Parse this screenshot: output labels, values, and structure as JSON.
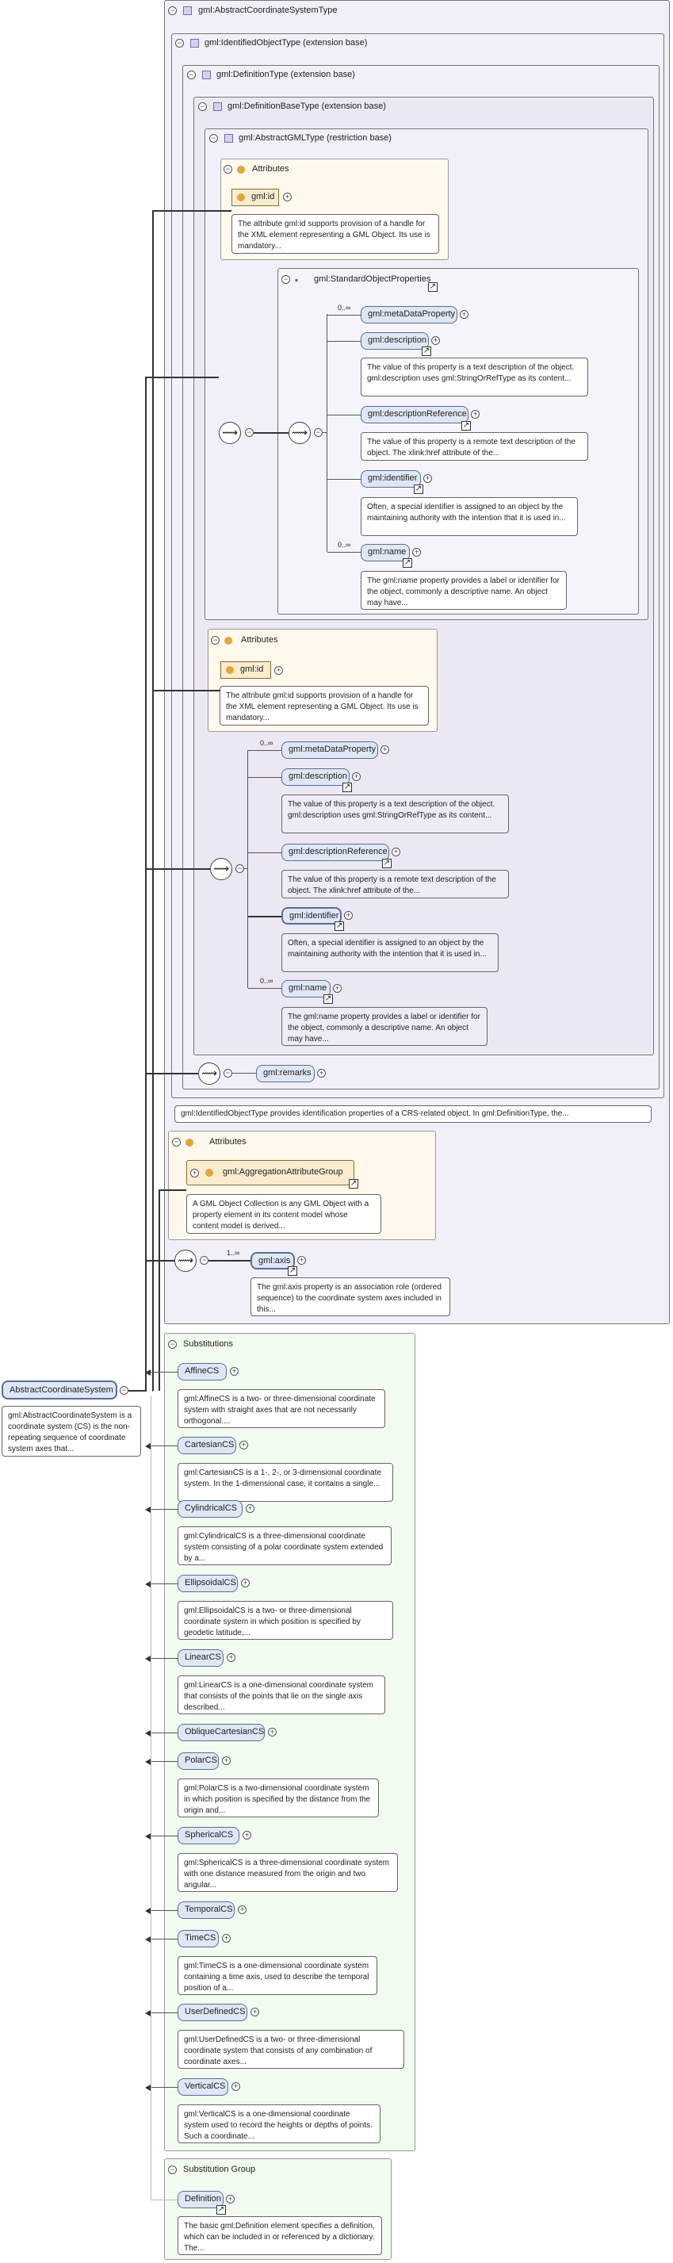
{
  "colors": {
    "purple_bg": "#f1eff7",
    "attr_bg": "#fff8ec",
    "element_bg": "#dfe6f4",
    "substitution_bg": "#f2fbef"
  },
  "root": {
    "name": "AbstractCoordinateSystem",
    "description": "gml:AbstractCoordinateSystem is a coordinate system (CS) is the non-repeating sequence of coordinate system axes that..."
  },
  "type_box": {
    "title": "gml:AbstractCoordinateSystemType"
  },
  "identified_object": {
    "title": "gml:IdentifiedObjectType (extension base)",
    "description": "gml:IdentifiedObjectType provides identification properties of a CRS-related object. In gml:DefinitionType, the..."
  },
  "definition_type": {
    "title": "gml:DefinitionType (extension base)"
  },
  "definition_base": {
    "title": "gml:DefinitionBaseType (extension base)"
  },
  "abstract_gml": {
    "title": "gml:AbstractGMLType (restriction base)"
  },
  "inner_attributes": {
    "title": "Attributes",
    "attr": "gml:id",
    "attr_desc": "The attribute gml:id supports provision of a handle for the XML element representing a GML Object. Its use is mandatory..."
  },
  "standard_props": {
    "title": "gml:StandardObjectProperties",
    "items": [
      {
        "name": "gml:metaDataProperty",
        "card": "0..∞",
        "desc": ""
      },
      {
        "name": "gml:description",
        "card": "",
        "desc": "The value of this property is a text description of the object. gml:description uses gml:StringOrRefType as its content..."
      },
      {
        "name": "gml:descriptionReference",
        "card": "",
        "desc": "The value of this property is a remote text description of the object. The xlink:href attribute of the..."
      },
      {
        "name": "gml:identifier",
        "card": "",
        "desc": "Often, a special identifier is assigned to an object by the maintaining authority with the intention that it is used in..."
      },
      {
        "name": "gml:name",
        "card": "0..∞",
        "desc": "The gml:name property provides a label or identifier for the object, commonly a descriptive name. An object may have..."
      }
    ]
  },
  "outer_attributes": {
    "title": "Attributes",
    "attr": "gml:id",
    "attr_desc": "The attribute gml:id supports provision of a handle for the XML element representing a GML Object. Its use is mandatory..."
  },
  "mid_props": {
    "items": [
      {
        "name": "gml:metaDataProperty",
        "card": "0..∞",
        "desc": ""
      },
      {
        "name": "gml:description",
        "card": "",
        "desc": "The value of this property is a text description of the object. gml:description uses gml:StringOrRefType as its content..."
      },
      {
        "name": "gml:descriptionReference",
        "card": "",
        "desc": "The value of this property is a remote text description of the object. The xlink:href attribute of the..."
      },
      {
        "name": "gml:identifier",
        "card": "",
        "desc": "Often, a special identifier is assigned to an object by the maintaining authority with the intention that it is used in..."
      },
      {
        "name": "gml:name",
        "card": "0..∞",
        "desc": "The gml:name property provides a label or identifier for the object, commonly a descriptive name. An object may have..."
      }
    ]
  },
  "remarks": {
    "name": "gml:remarks"
  },
  "aggregation": {
    "title": "Attributes",
    "group": "gml:AggregationAttributeGroup",
    "desc": "A GML Object Collection is any GML Object with a property element in its content model whose content model is derived..."
  },
  "axis": {
    "name": "gml:axis",
    "card": "1..∞",
    "desc": "The gml:axis property is an association role (ordered sequence) to the coordinate system axes included in this..."
  },
  "substitutions": {
    "title": "Substitutions",
    "items": [
      {
        "name": "AffineCS",
        "desc": "gml:AffineCS is a two- or three-dimensional coordinate system with straight axes that are not necessarily orthogonal...."
      },
      {
        "name": "CartesianCS",
        "desc": "gml:CartesianCS is a 1-, 2-, or 3-dimensional coordinate system. In the 1-dimensional case, it contains a single..."
      },
      {
        "name": "CylindricalCS",
        "desc": "gml:CylindricalCS is a three-dimensional coordinate system consisting of a polar coordinate system extended by a..."
      },
      {
        "name": "EllipsoidalCS",
        "desc": "gml:EllipsoidalCS is a two- or three-dimensional coordinate system in which position is specified by geodetic latitude,..."
      },
      {
        "name": "LinearCS",
        "desc": "gml:LinearCS is a one-dimensional coordinate system that consists of the points that lie on the single axis described..."
      },
      {
        "name": "ObliqueCartesianCS",
        "desc": ""
      },
      {
        "name": "PolarCS",
        "desc": "gml:PolarCS is a two-dimensional coordinate system in which position is specified by the distance from the origin and..."
      },
      {
        "name": "SphericalCS",
        "desc": "gml:SphericalCS is a three-dimensional coordinate system with one distance measured from the origin and two angular..."
      },
      {
        "name": "TemporalCS",
        "desc": ""
      },
      {
        "name": "TimeCS",
        "desc": "gml:TimeCS is a one-dimensional coordinate system containing a time axis, used to describe the temporal position of a..."
      },
      {
        "name": "UserDefinedCS",
        "desc": "gml:UserDefinedCS is a two- or three-dimensional coordinate system that consists of any combination of coordinate axes..."
      },
      {
        "name": "VerticalCS",
        "desc": "gml:VerticalCS is a one-dimensional coordinate system used to record the heights or depths of points. Such a coordinate..."
      }
    ]
  },
  "substitution_group": {
    "title": "Substitution Group",
    "name": "Definition",
    "desc": "The basic gml:Definition element specifies a definition, which can be included in or referenced by a dictionary. The..."
  }
}
